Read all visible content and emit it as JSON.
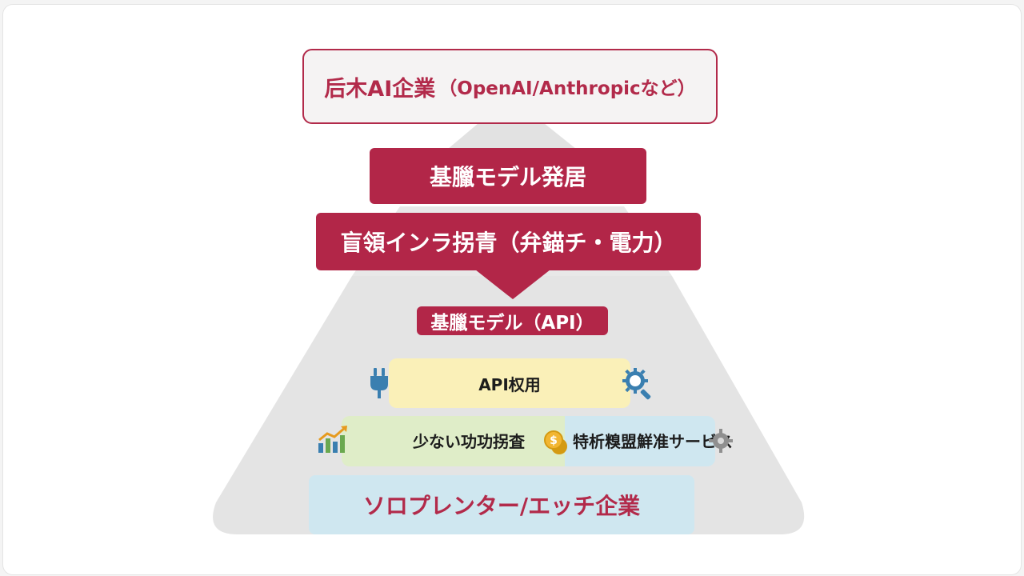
{
  "diagram": {
    "top_box": {
      "title": "后木AI企業",
      "subtitle": "（OpenAI/Anthropicなど）"
    },
    "foundation_dev": "基臘モデル発居",
    "infra": "盲領インラ拐青（弁錨チ・電力）",
    "api_model": "基臘モデル（API）",
    "api_use": "API权用",
    "low_invest": "少ない功功拐査",
    "niche_service": "特析糗盟鮮准サービス",
    "solo": "ソロプレンター/エッチ企業"
  },
  "colors": {
    "crimson": "#b22648",
    "pyramid_gray": "#e4e4e4",
    "yellow": "#faf0b8",
    "green": "#dfedc8",
    "light_blue": "#cfe7f0"
  },
  "icons": [
    "plug-icon",
    "gear-search-icon",
    "bar-chart-icon",
    "coin-icon",
    "gear-icon"
  ]
}
